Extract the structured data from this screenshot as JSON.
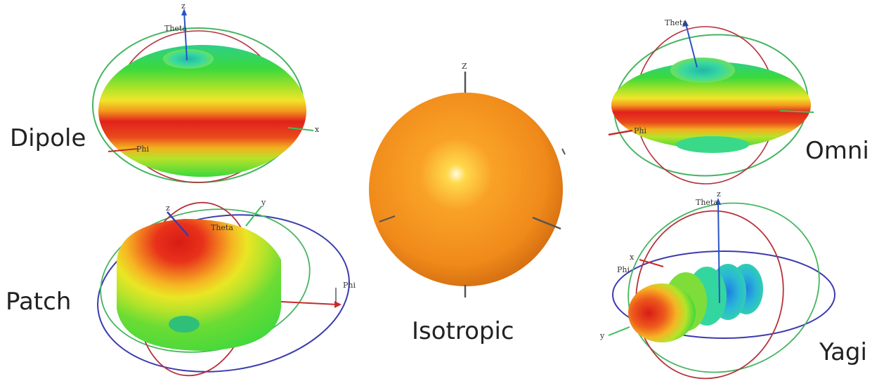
{
  "patterns": {
    "dipole": {
      "label": "Dipole"
    },
    "patch": {
      "label": "Patch"
    },
    "isotropic": {
      "label": "Isotropic"
    },
    "omni": {
      "label": "Omni"
    },
    "yagi": {
      "label": "Yagi"
    }
  },
  "axis_labels": {
    "z": "z",
    "z_upper": "Z",
    "theta": "Theta",
    "phi": "Phi",
    "y": "y",
    "x": "x"
  },
  "colors": {
    "red": "#e2211c",
    "orange": "#f08a1e",
    "yellow": "#e9e624",
    "green": "#3ad93c",
    "cyan": "#25d2c8",
    "blue_ring": "#3b3bb0",
    "red_ring": "#b5313a",
    "green_ring": "#45b561",
    "sphere": "#f7931e"
  }
}
